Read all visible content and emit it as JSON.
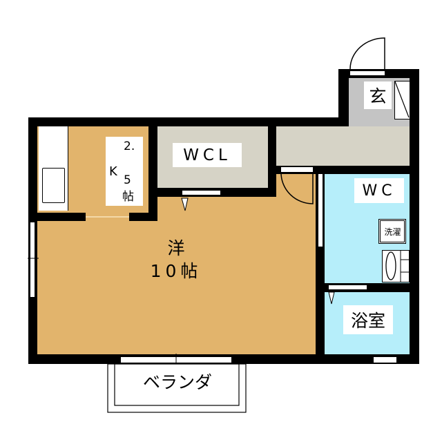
{
  "rooms": {
    "western_room": {
      "name": "洋",
      "size": "10帖"
    },
    "kitchen": {
      "line1": "2.",
      "k": "K",
      "num": "5",
      "unit": "帖"
    },
    "walk_in_closet": {
      "name": "WCL"
    },
    "toilet": {
      "name": "WC"
    },
    "laundry": {
      "name": "洗濯"
    },
    "bathroom": {
      "name": "浴室"
    },
    "entrance": {
      "name": "玄"
    },
    "balcony": {
      "name": "ベランダ"
    }
  },
  "colors": {
    "floor_wood": "#E2B46C",
    "wet_area": "#B6EEFA",
    "closet_gray": "#D6D3C6",
    "entrance_gray": "#C4C4C4",
    "wall": "#000000"
  }
}
